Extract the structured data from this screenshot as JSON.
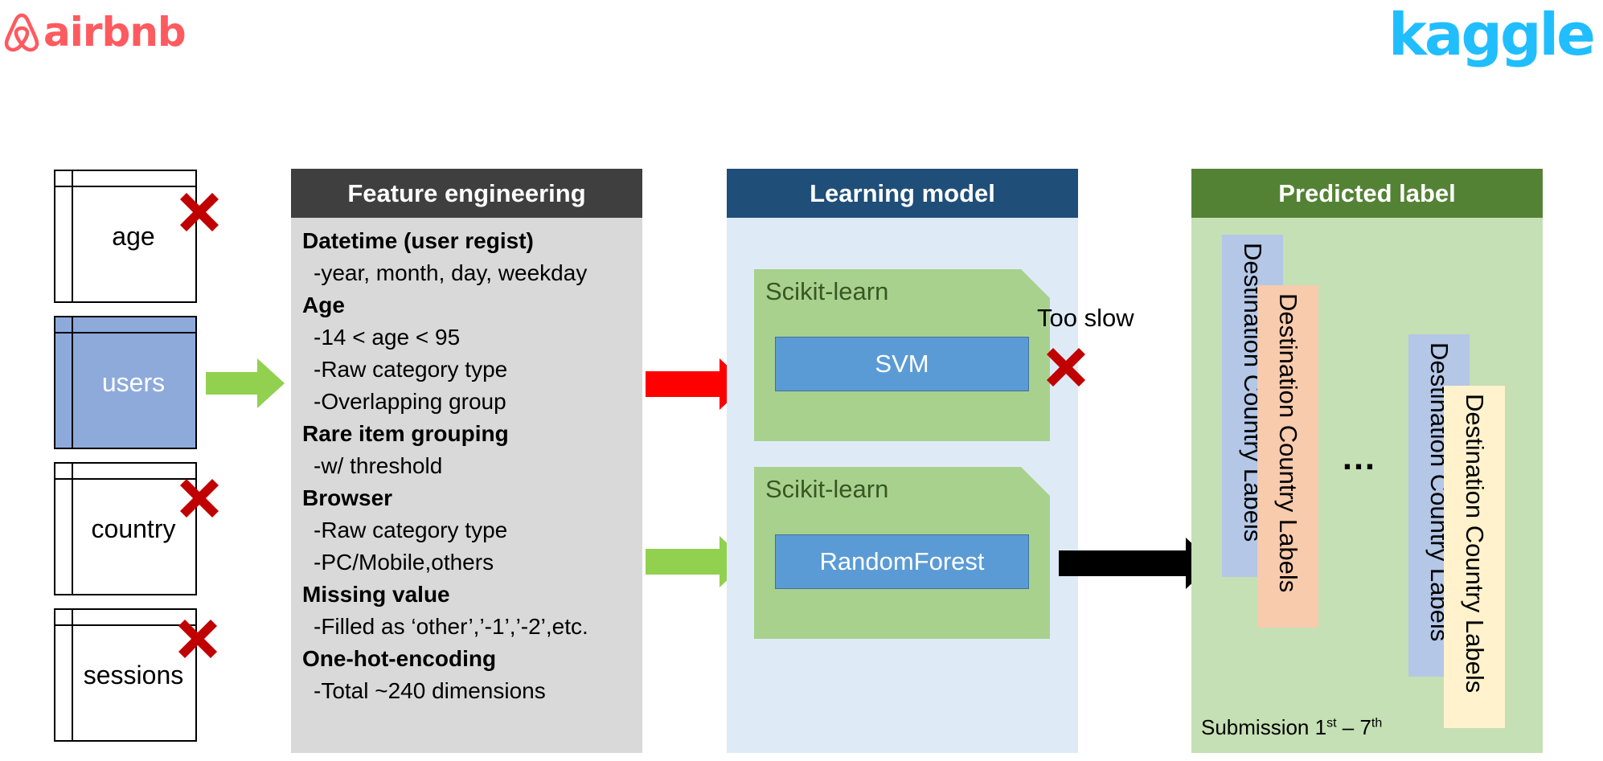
{
  "logos": {
    "airbnb": "airbnb",
    "kaggle": "kaggle"
  },
  "tables": [
    {
      "label": "age",
      "selected": false,
      "excluded": true
    },
    {
      "label": "users",
      "selected": true,
      "excluded": false
    },
    {
      "label": "country",
      "selected": false,
      "excluded": true
    },
    {
      "label": "sessions",
      "selected": false,
      "excluded": true
    }
  ],
  "feature_panel": {
    "title": "Feature engineering",
    "lines": [
      {
        "text": "Datetime (user regist)",
        "heading": true
      },
      {
        "text": "-year, month, day, weekday",
        "heading": false
      },
      {
        "text": "Age",
        "heading": true
      },
      {
        "text": "-14 < age < 95",
        "heading": false
      },
      {
        "text": "-Raw category type",
        "heading": false
      },
      {
        "text": "-Overlapping group",
        "heading": false
      },
      {
        "text": "Rare item grouping",
        "heading": true
      },
      {
        "text": "-w/ threshold",
        "heading": false
      },
      {
        "text": "Browser",
        "heading": true
      },
      {
        "text": "-Raw category type",
        "heading": false
      },
      {
        "text": "-PC/Mobile,others",
        "heading": false
      },
      {
        "text": "Missing value",
        "heading": true
      },
      {
        "text": "-Filled as ‘other’,’-1’,’-2’,etc.",
        "heading": false
      },
      {
        "text": "One-hot-encoding",
        "heading": true
      },
      {
        "text": "-Total ~240 dimensions",
        "heading": false
      }
    ]
  },
  "model_panel": {
    "title": "Learning model",
    "models": [
      {
        "library": "Scikit-learn",
        "algorithm": "SVM",
        "rejected": true,
        "note": "Too slow"
      },
      {
        "library": "Scikit-learn",
        "algorithm": "RandomForest",
        "rejected": false,
        "note": ""
      }
    ]
  },
  "predicted_panel": {
    "title": "Predicted label",
    "label_cards": [
      "Destination Country Labels",
      "Destination Country Labels",
      "Destination Country Labels",
      "Destination Country Labels"
    ],
    "ellipsis": "…",
    "submission_text": "Submission 1",
    "submission_sup1": "st",
    "submission_mid": " – 7",
    "submission_sup2": "th"
  },
  "colors": {
    "airbnb": "#ff5a5f",
    "kaggle": "#20beff",
    "feature_header": "#3f3f3f",
    "feature_body": "#d9d9d9",
    "model_header": "#1f4e79",
    "model_body": "#deebf7",
    "predicted_header": "#548235",
    "predicted_body": "#c5e0b4",
    "card_green": "#a9d18e",
    "algo_blue": "#5b9bd5",
    "accept_arrow": "#92d050",
    "reject_arrow": "#ff0000",
    "x_mark": "#c00000",
    "label_blue": "#b4c7e7",
    "label_orange": "#f8cbad",
    "label_yellow": "#fff2cc"
  },
  "icons": [
    "airbnb-belo-icon",
    "x-icon",
    "arrow-right-icon"
  ]
}
